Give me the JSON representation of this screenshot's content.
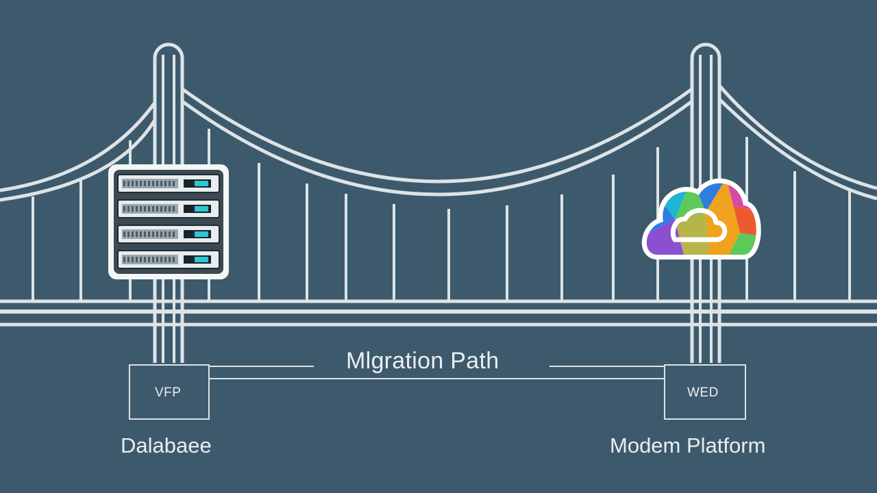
{
  "diagram": {
    "title": "Mlgration Path",
    "left_node": {
      "box_label": "VFP",
      "caption": "Dalabaee",
      "icon": "server-rack-icon"
    },
    "right_node": {
      "box_label": "WED",
      "caption": "Modem Platform",
      "icon": "cloud-icon"
    }
  },
  "colors": {
    "background": "#3d5a6c",
    "structure": "#dde3e6",
    "server_accent": "#2cc7cf",
    "cloud_palette": [
      "#1fb5d6",
      "#2f7de0",
      "#8b4fd0",
      "#d94aa8",
      "#f0a21e",
      "#ee5a2f",
      "#5cc95b",
      "#b5b54a"
    ]
  }
}
